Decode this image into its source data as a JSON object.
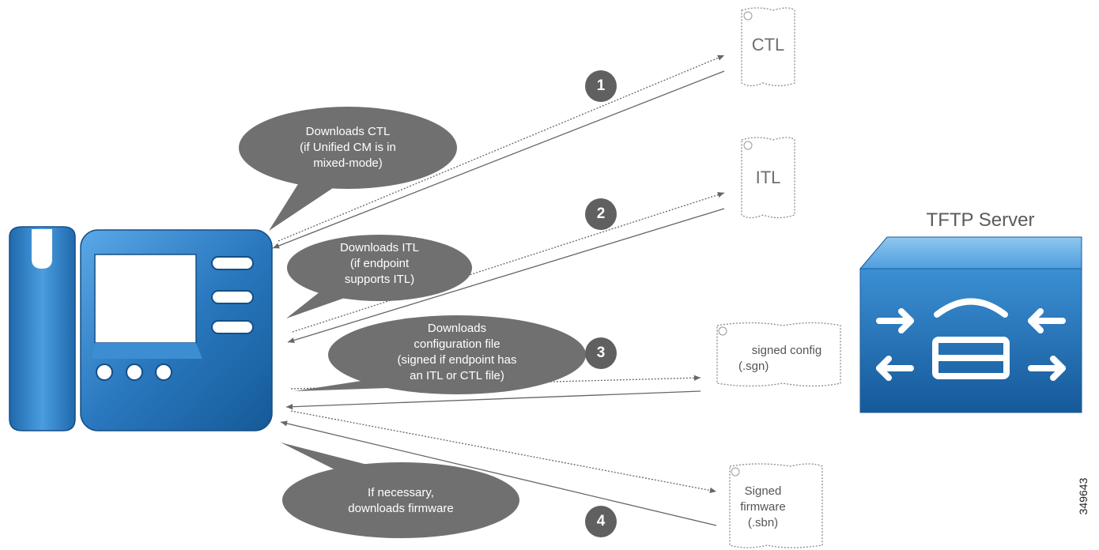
{
  "steps": [
    {
      "number": "1",
      "callout": [
        "Downloads CTL",
        "(if Unified CM is in",
        "mixed-mode)"
      ]
    },
    {
      "number": "2",
      "callout": [
        "Downloads ITL",
        "(if endpoint",
        "supports ITL)"
      ]
    },
    {
      "number": "3",
      "callout": [
        "Downloads",
        "configuration file",
        "(signed if endpoint has",
        "an ITL or CTL file)"
      ]
    },
    {
      "number": "4",
      "callout": [
        "If necessary,",
        "downloads firmware"
      ]
    }
  ],
  "files": {
    "ctl": [
      "CTL"
    ],
    "itl": [
      "ITL"
    ],
    "config": [
      "signed config",
      "(.sgn)"
    ],
    "firmware": [
      "Signed",
      "firmware",
      "(.sbn)"
    ]
  },
  "server": {
    "title": "TFTP Server"
  },
  "figure_id": "349643",
  "colors": {
    "callout": "#707070",
    "step_circle": "#606060",
    "arrow": "#666666",
    "phone_blue": "#2a78bf",
    "server_blue": "#1f6fb4"
  }
}
